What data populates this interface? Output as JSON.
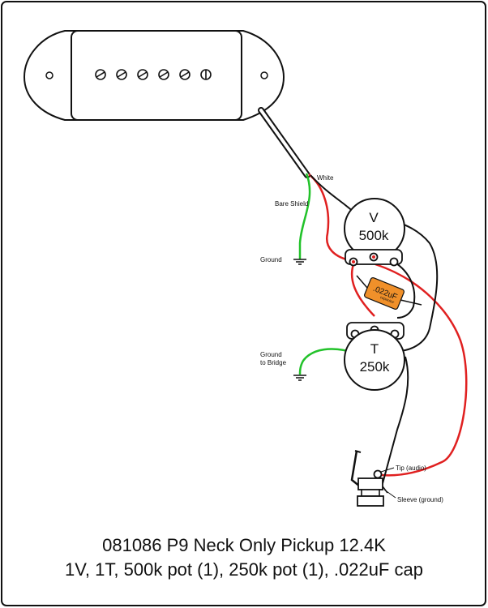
{
  "diagram": {
    "pots": {
      "volume": {
        "letter": "V",
        "value": "500k"
      },
      "tone": {
        "letter": "T",
        "value": "250k"
      }
    },
    "capacitor": {
      "value": ".022uF",
      "subtext": "capacitor"
    },
    "labels": {
      "white": "White",
      "bare_shield": "Bare Shield",
      "ground": "Ground",
      "ground_to_bridge_line1": "Ground",
      "ground_to_bridge_line2": "to Bridge",
      "tip": "Tip (audio)",
      "sleeve": "Sleeve (ground)"
    },
    "caption": {
      "line1": "081086 P9 Neck Only Pickup 12.4K",
      "line2": "1V, 1T, 500k pot (1), 250k pot (1), .022uF cap"
    },
    "colors": {
      "hot_wire": "#e02020",
      "ground_wire": "#22c22a",
      "capacitor_fill": "#f0902a"
    }
  }
}
